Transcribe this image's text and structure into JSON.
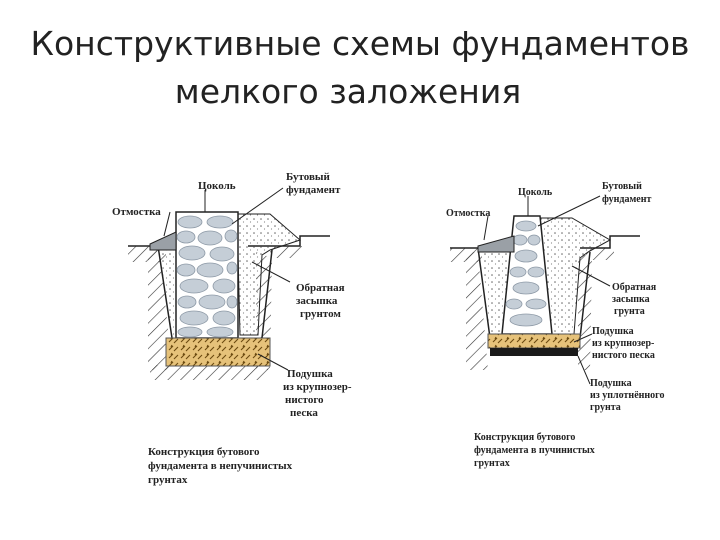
{
  "title": {
    "line1": "Конструктивные схемы фундаментов",
    "line2": "мелкого заложения"
  },
  "left": {
    "tsokol": "Цоколь",
    "otmostka": "Отмостка",
    "butovy": [
      "Бутовый",
      "фундамент"
    ],
    "zasypka": [
      "Обратная",
      "засыпка",
      "грунтом"
    ],
    "podushka": [
      "Подушка",
      "из крупнозер-",
      "нистого",
      "песка"
    ],
    "caption": [
      "Конструкция бутового",
      "фундамента в непучинистых",
      "грунтах"
    ]
  },
  "right": {
    "tsokol": "Цоколь",
    "otmostka": "Отмостка",
    "butovy": [
      "Бутовый",
      "фундамент"
    ],
    "zasypka": [
      "Обратная",
      "засыпка",
      "грунта"
    ],
    "podushka": [
      "Подушка",
      "из крупнозер-",
      "нистого песка"
    ],
    "podushka2": [
      "Подушка",
      "из уплотнённого",
      "грунта"
    ],
    "caption": [
      "Конструкция бутового",
      "фундамента в пучинистых",
      "грунтах"
    ]
  }
}
